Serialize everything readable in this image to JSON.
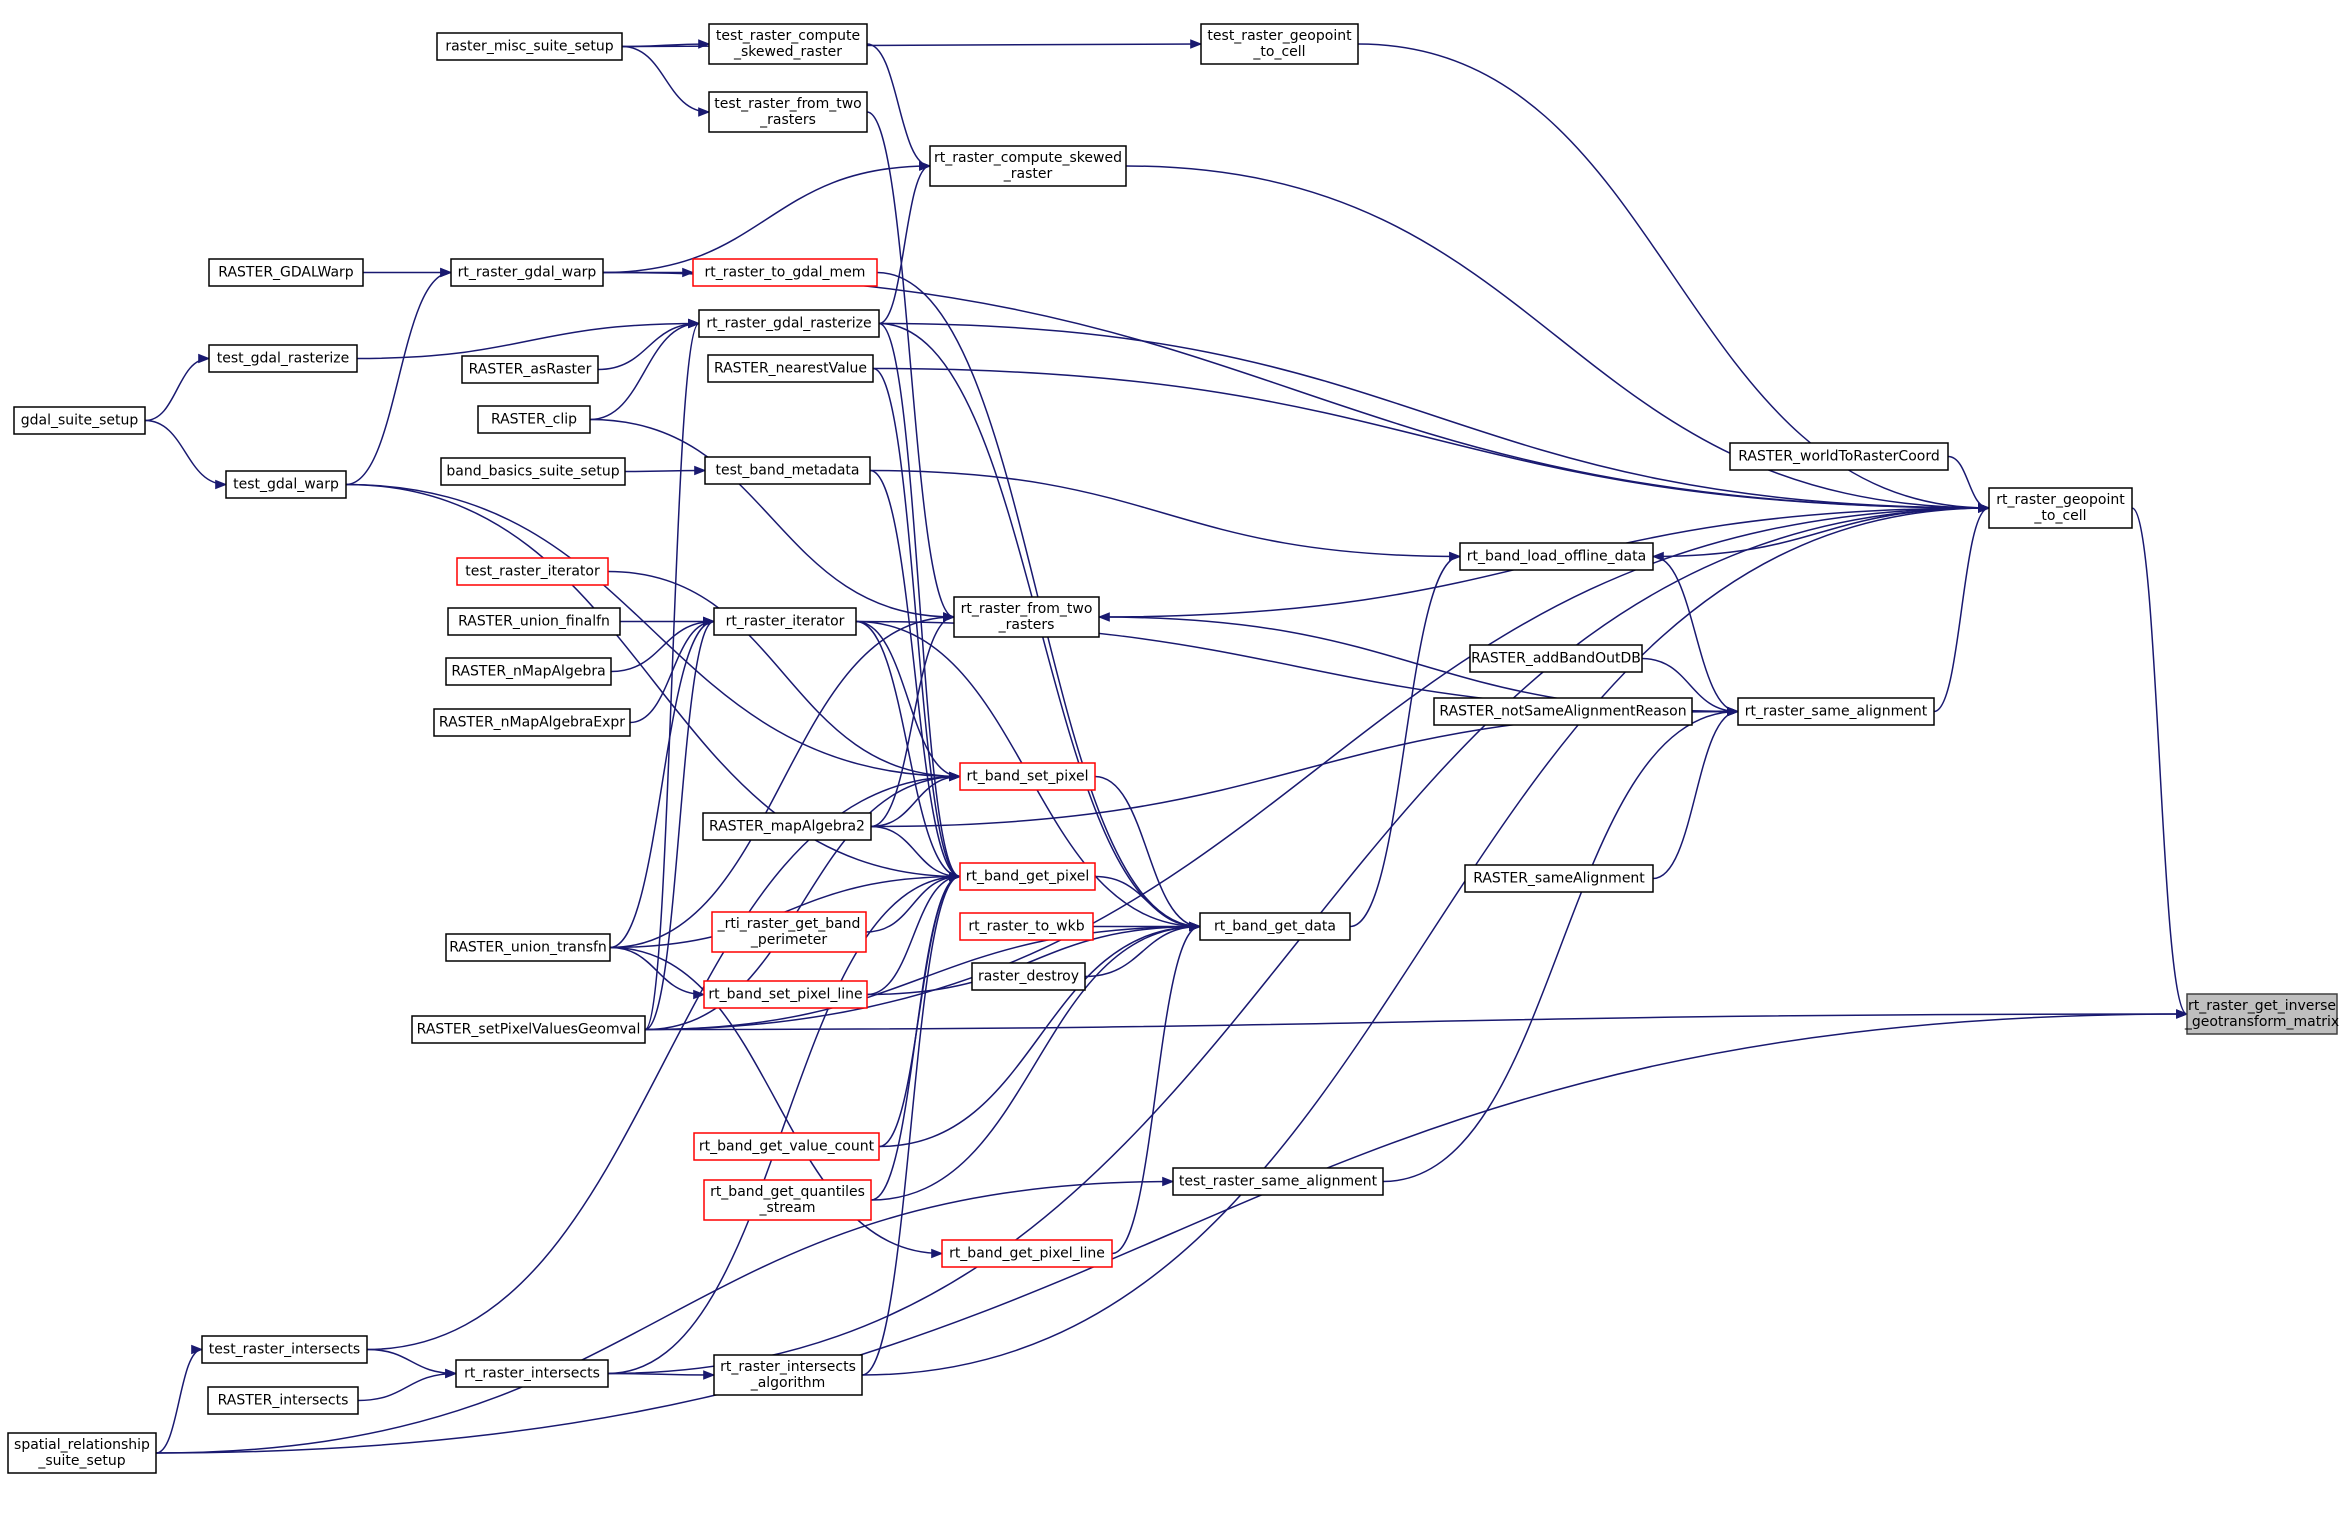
{
  "colors": {
    "edge": "#191970",
    "node_border": "#000000",
    "node_border_incomplete": "#ff0000",
    "root_fill": "#bfbfbf"
  },
  "nodes": [
    {
      "id": "n1",
      "lines": [
        "raster_misc_suite_setup"
      ]
    },
    {
      "id": "n2",
      "lines": [
        "test_raster_compute",
        "_skewed_raster"
      ]
    },
    {
      "id": "n3",
      "lines": [
        "test_raster_geopoint",
        "_to_cell"
      ]
    },
    {
      "id": "n4",
      "lines": [
        "test_raster_from_two",
        "_rasters"
      ]
    },
    {
      "id": "n5",
      "lines": [
        "rt_raster_compute_skewed",
        "_raster"
      ]
    },
    {
      "id": "n6",
      "lines": [
        "RASTER_GDALWarp"
      ]
    },
    {
      "id": "n7",
      "lines": [
        "rt_raster_gdal_warp"
      ]
    },
    {
      "id": "n8",
      "lines": [
        "rt_raster_to_gdal_mem"
      ],
      "incomplete": true
    },
    {
      "id": "n9",
      "lines": [
        "rt_raster_gdal_rasterize"
      ]
    },
    {
      "id": "n10",
      "lines": [
        "test_gdal_rasterize"
      ]
    },
    {
      "id": "n11",
      "lines": [
        "RASTER_asRaster"
      ]
    },
    {
      "id": "n12",
      "lines": [
        "RASTER_nearestValue"
      ]
    },
    {
      "id": "n13",
      "lines": [
        "RASTER_clip"
      ]
    },
    {
      "id": "n14",
      "lines": [
        "gdal_suite_setup"
      ]
    },
    {
      "id": "n15",
      "lines": [
        "band_basics_suite_setup"
      ]
    },
    {
      "id": "n16",
      "lines": [
        "test_band_metadata"
      ]
    },
    {
      "id": "n17",
      "lines": [
        "test_gdal_warp"
      ]
    },
    {
      "id": "n18",
      "lines": [
        "RASTER_worldToRasterCoord"
      ]
    },
    {
      "id": "n19",
      "lines": [
        "rt_raster_geopoint",
        "_to_cell"
      ]
    },
    {
      "id": "n20",
      "lines": [
        "rt_band_load_offline_data"
      ]
    },
    {
      "id": "n21",
      "lines": [
        "test_raster_iterator"
      ],
      "incomplete": true
    },
    {
      "id": "n22",
      "lines": [
        "rt_raster_from_two",
        "_rasters"
      ]
    },
    {
      "id": "n23",
      "lines": [
        "RASTER_union_finalfn"
      ]
    },
    {
      "id": "n24",
      "lines": [
        "rt_raster_iterator"
      ]
    },
    {
      "id": "n25",
      "lines": [
        "RASTER_nMapAlgebra"
      ]
    },
    {
      "id": "n26",
      "lines": [
        "RASTER_addBandOutDB"
      ]
    },
    {
      "id": "n27",
      "lines": [
        "RASTER_notSameAlignmentReason"
      ]
    },
    {
      "id": "n28",
      "lines": [
        "rt_raster_same_alignment"
      ]
    },
    {
      "id": "n29",
      "lines": [
        "RASTER_nMapAlgebraExpr"
      ]
    },
    {
      "id": "n30",
      "lines": [
        "rt_band_set_pixel"
      ],
      "incomplete": true
    },
    {
      "id": "n31",
      "lines": [
        "RASTER_mapAlgebra2"
      ]
    },
    {
      "id": "n32",
      "lines": [
        "rt_band_get_pixel"
      ],
      "incomplete": true
    },
    {
      "id": "n33",
      "lines": [
        "RASTER_sameAlignment"
      ]
    },
    {
      "id": "n34",
      "lines": [
        "_rti_raster_get_band",
        "_perimeter"
      ],
      "incomplete": true
    },
    {
      "id": "n35",
      "lines": [
        "rt_raster_to_wkb"
      ],
      "incomplete": true
    },
    {
      "id": "n36",
      "lines": [
        "rt_band_get_data"
      ]
    },
    {
      "id": "n37",
      "lines": [
        "RASTER_union_transfn"
      ]
    },
    {
      "id": "n38",
      "lines": [
        "raster_destroy"
      ]
    },
    {
      "id": "n39",
      "lines": [
        "rt_raster_get_inverse",
        "_geotransform_matrix"
      ],
      "root": true
    },
    {
      "id": "n40",
      "lines": [
        "rt_band_set_pixel_line"
      ],
      "incomplete": true
    },
    {
      "id": "n41",
      "lines": [
        "RASTER_setPixelValuesGeomval"
      ]
    },
    {
      "id": "n42",
      "lines": [
        "rt_band_get_value_count"
      ],
      "incomplete": true
    },
    {
      "id": "n43",
      "lines": [
        "rt_band_get_quantiles",
        "_stream"
      ],
      "incomplete": true
    },
    {
      "id": "n44",
      "lines": [
        "test_raster_same_alignment"
      ]
    },
    {
      "id": "n45",
      "lines": [
        "rt_band_get_pixel_line"
      ],
      "incomplete": true
    },
    {
      "id": "n46",
      "lines": [
        "test_raster_intersects"
      ]
    },
    {
      "id": "n47",
      "lines": [
        "rt_raster_intersects"
      ]
    },
    {
      "id": "n48",
      "lines": [
        "rt_raster_intersects",
        "_algorithm"
      ]
    },
    {
      "id": "n49",
      "lines": [
        "RASTER_intersects"
      ]
    },
    {
      "id": "n50",
      "lines": [
        "spatial_relationship",
        "_suite_setup"
      ]
    }
  ]
}
